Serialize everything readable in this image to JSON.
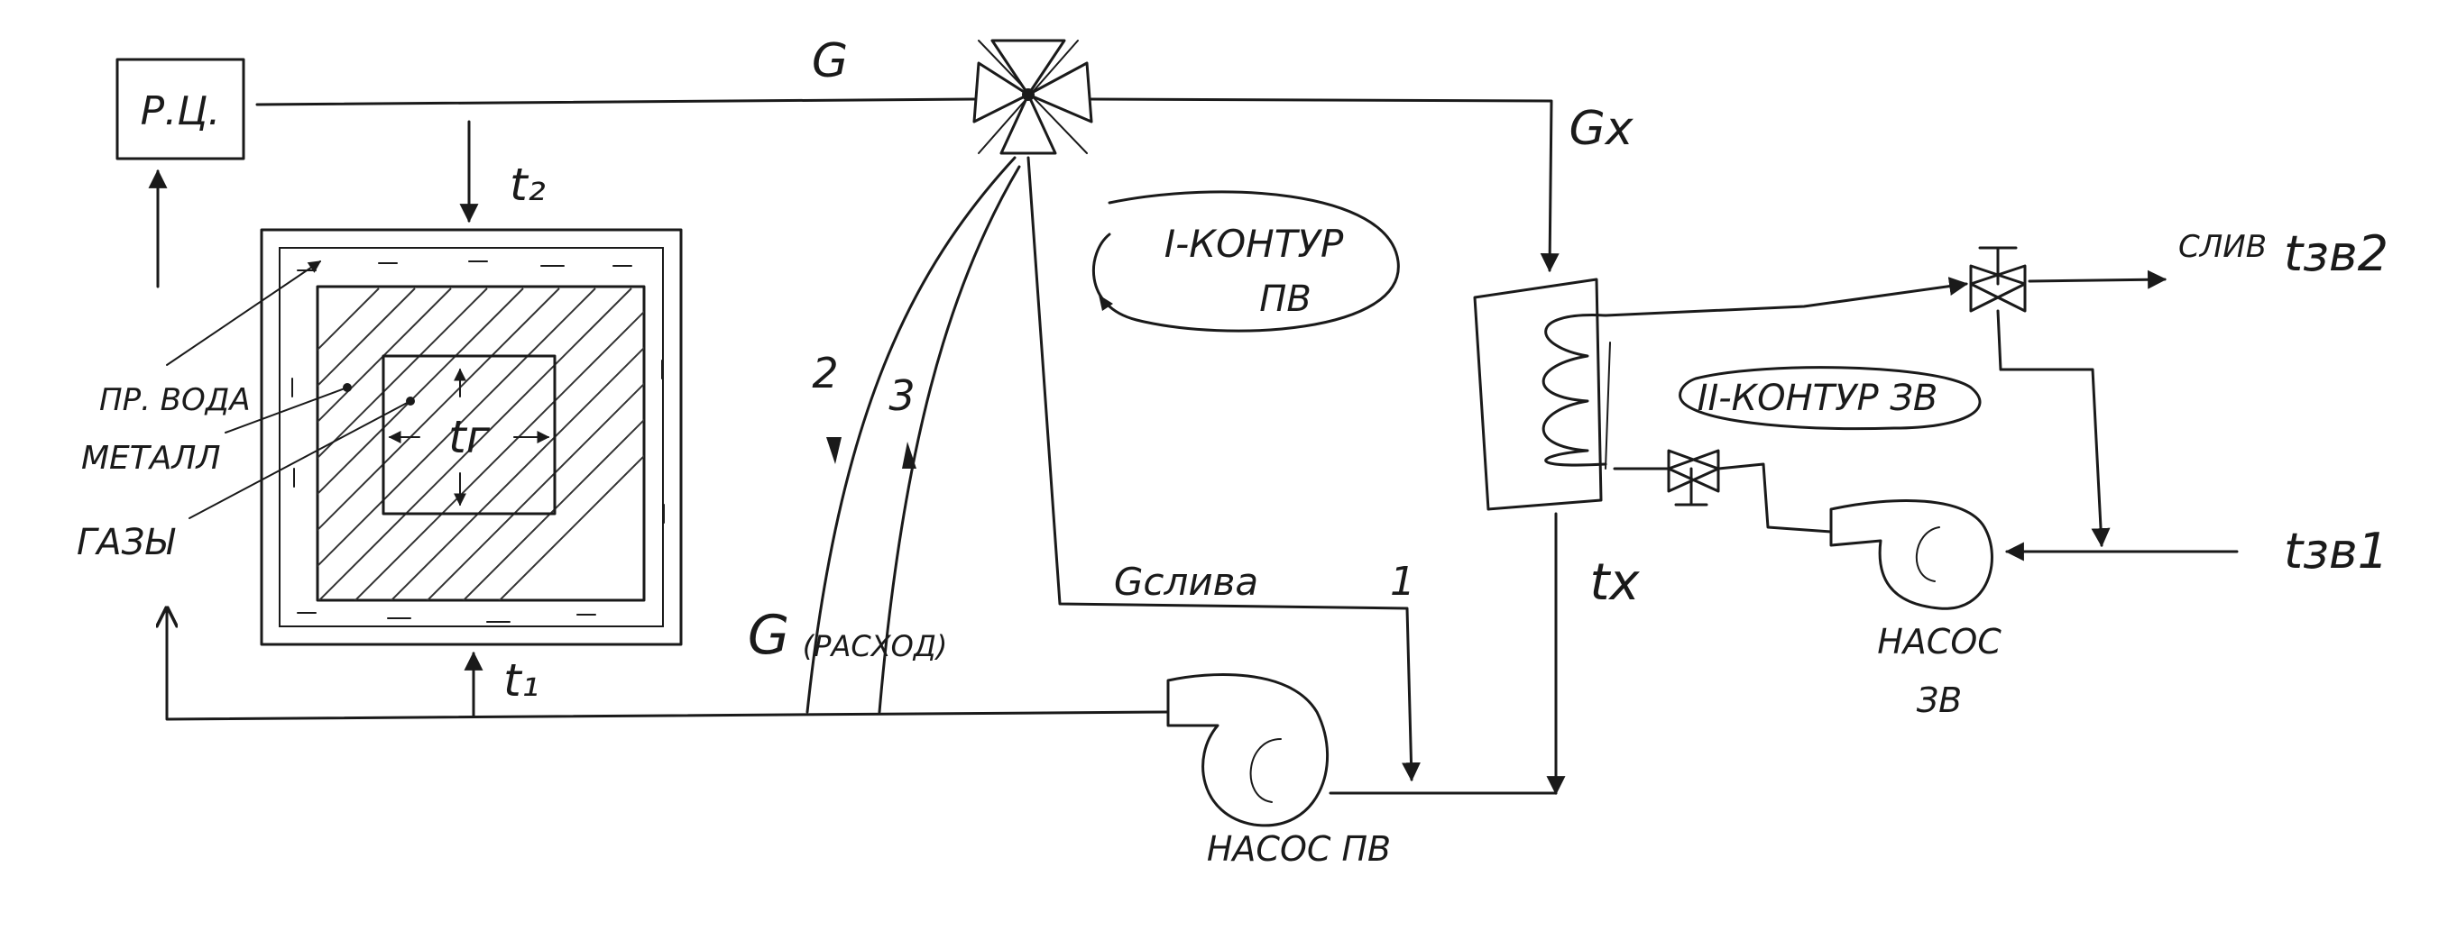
{
  "labels": {
    "rc": "Р.Ц.",
    "g_top": "G",
    "gx": "Gx",
    "t2": "t₂",
    "t1": "t₁",
    "tg": "tг",
    "pr_voda": "ПР. ВОДА",
    "metall": "МЕТАЛЛ",
    "gazy": "ГАЗЫ",
    "circuit1_line1": "I-КОНТУР",
    "circuit1_line2": "ПВ",
    "circuit2": "II-КОНТУР ЗВ",
    "num2": "2",
    "num3": "3",
    "num1": "1",
    "g_left": "G",
    "rashod": "(РАСХОД)",
    "g_sliva": "Gслива",
    "tx": "tx",
    "sliv": "СЛИВ",
    "tzv2": "tзв2",
    "tzv1": "tзв1",
    "pump_zv_line1": "НАСОС",
    "pump_zv_line2": "ЗВ",
    "pump_pv": "НАСОС ПВ"
  }
}
